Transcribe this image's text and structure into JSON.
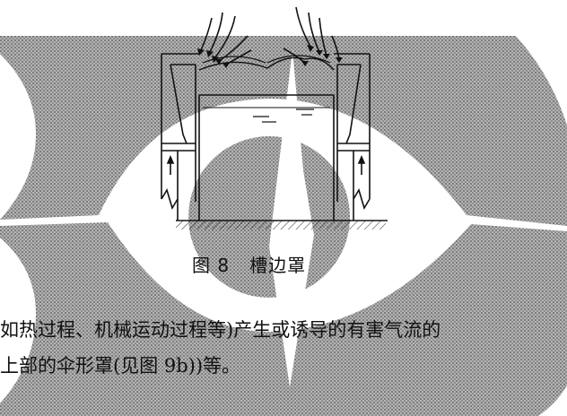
{
  "figure": {
    "caption": "图 8   槽边罩"
  },
  "body_text": {
    "line1": "如热过程、机械运动过程等)产生或诱导的有害气流的",
    "line2": "上部的伞形罩(见图 9b))等。"
  },
  "colors": {
    "watermark_fill": "#9a9a9a",
    "ink": "#111111",
    "paper": "#ffffff"
  }
}
